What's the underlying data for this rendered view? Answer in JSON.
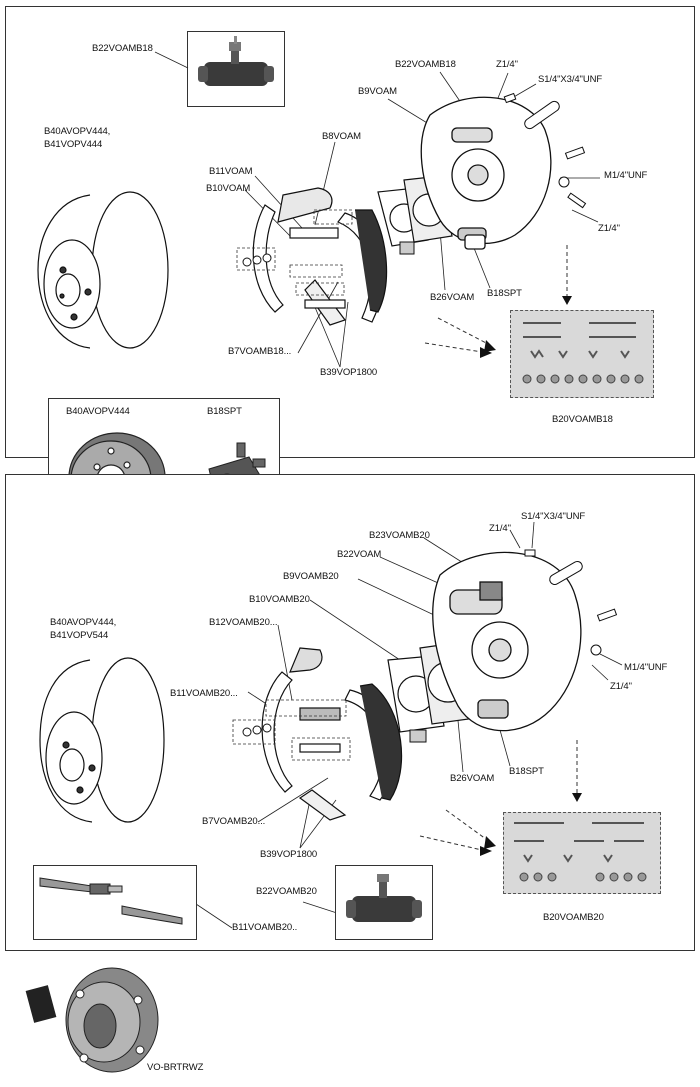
{
  "top": {
    "labels": {
      "cylinder": "B22VOAMB18",
      "drum": "B40AVOPV444,",
      "drum2": "B41VOPV444",
      "shoe_pin": "B8VOAM",
      "spring_a": "B11VOAM",
      "spring_b": "B10VOAM",
      "shoes": "B7VOAMB18...",
      "lining": "B39VOP1800",
      "plate_adj": "B9VOAM",
      "cyl2": "B22VOAMB18",
      "z14_a": "Z1/4\"",
      "bolt": "S1/4\"X3/4\"UNF",
      "nut": "M1/4\"UNF",
      "z14_b": "Z1/4\"",
      "gasket": "B26VOAM",
      "bleed": "B18SPT",
      "kit": "B20VOAMB18"
    }
  },
  "middle_inset": {
    "drum_label": "B40AVOPV444",
    "bleeder_label": "B18SPT"
  },
  "bottom": {
    "labels": {
      "adj": "B23VOAMB20",
      "z14_a": "Z1/4\"",
      "bolt": "S1/4\"X3/4\"UNF",
      "cyl": "B22VOAM",
      "plate": "B9VOAMB20",
      "spring_b": "B10VOAMB20",
      "spring_c": "B12VOAMB20...",
      "drum": "B40AVOPV444,",
      "drum2": "B41VOPV544",
      "spring_a": "B11VOAMB20...",
      "nut": "M1/4\"UNF",
      "z14_b": "Z1/4\"",
      "gasket": "B26VOAM",
      "bleed": "B18SPT",
      "shoes": "B7VOAMB20...",
      "lining": "B39VOP1800",
      "kit": "B20VOAMB20",
      "cyl_inset": "B22VOAMB20",
      "adjuster_inset": "B11VOAMB20.."
    }
  },
  "footer": {
    "hub_label": "VO-BRTRWZ"
  }
}
